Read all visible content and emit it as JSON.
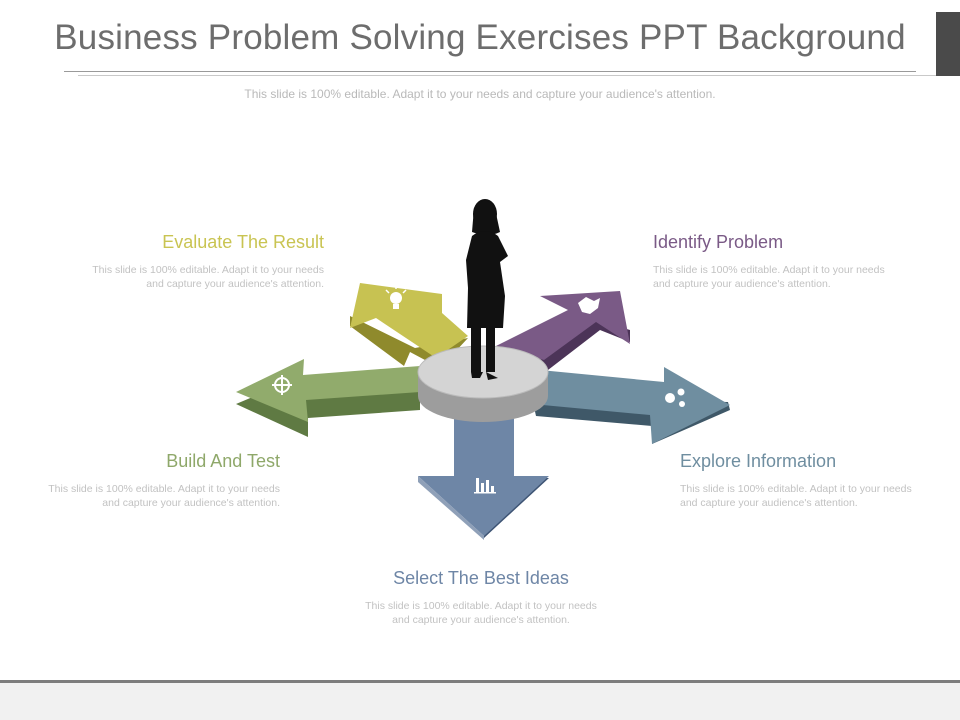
{
  "slide": {
    "title": "Business Problem Solving Exercises PPT Background",
    "subtitle": "This slide is 100% editable. Adapt it to your needs and capture your audience's attention."
  },
  "steps": [
    {
      "heading": "Evaluate The Result",
      "description": "This slide is 100% editable. Adapt it to your needs and capture your audience's attention.",
      "icon": "lightbulb-icon",
      "color": "#c9c452"
    },
    {
      "heading": "Identify Problem",
      "description": "This slide is 100% editable. Adapt it to your needs and capture your audience's attention.",
      "icon": "handshake-icon",
      "color": "#7a5a86"
    },
    {
      "heading": "Build And Test",
      "description": "This slide is 100% editable. Adapt it to your needs and capture your audience's attention.",
      "icon": "target-icon",
      "color": "#8fa86a"
    },
    {
      "heading": "Explore Information",
      "description": "This slide is 100% editable. Adapt it to your needs and capture your audience's attention.",
      "icon": "gears-icon",
      "color": "#6f8ea0"
    },
    {
      "heading": "Select The Best Ideas",
      "description": "This slide is 100% editable. Adapt it to your needs and capture your audience's attention.",
      "icon": "bar-chart-icon",
      "color": "#6e86a6"
    }
  ]
}
